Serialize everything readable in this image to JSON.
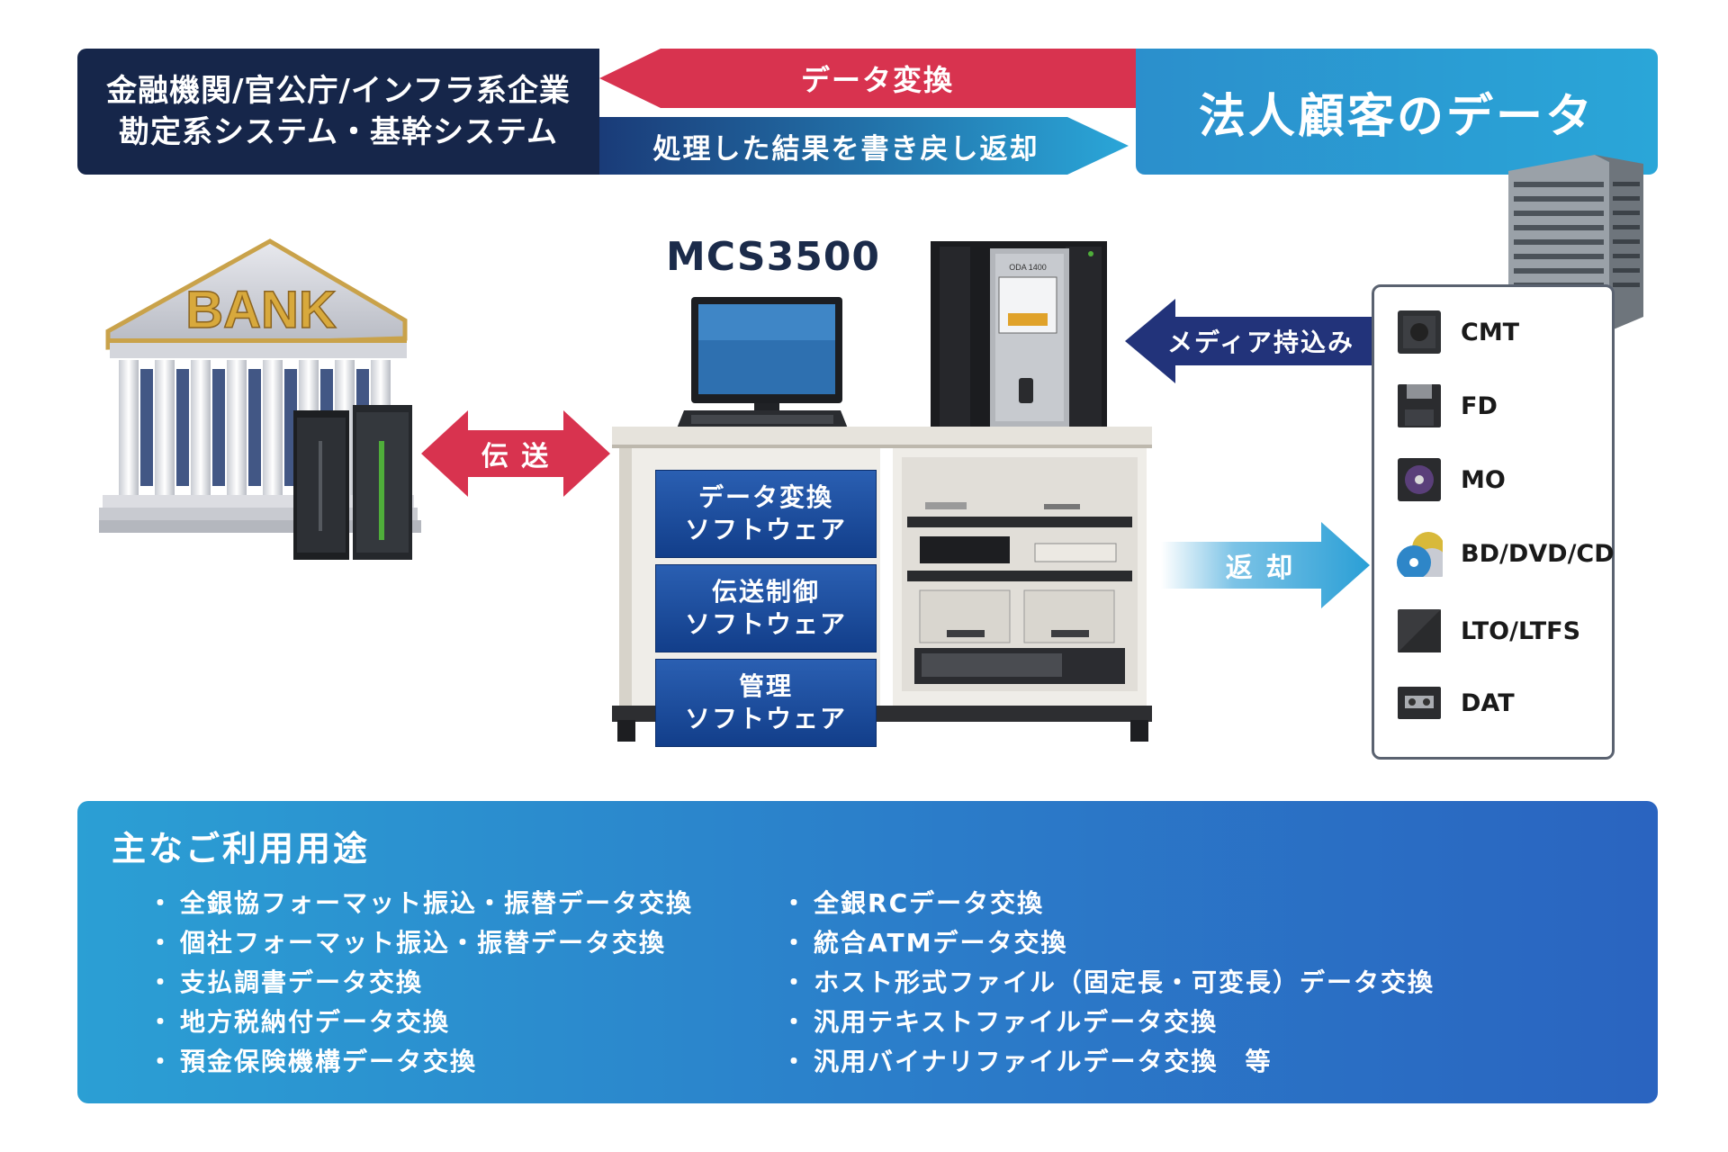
{
  "top": {
    "org_line1": "金融機関/官公庁/インフラ系企業",
    "org_line2": "勘定系システム・基幹システム",
    "arrow_convert": "データ変換",
    "arrow_return": "処理した結果を書き戻し返却",
    "customer_data": "法人顧客のデータ"
  },
  "left": {
    "bank_sign": "BANK",
    "transfer_label": "伝 送"
  },
  "product": {
    "title": "MCS3500",
    "device_badge": "ODA 1400",
    "software": [
      {
        "line1": "データ変換",
        "line2": "ソフトウェア"
      },
      {
        "line1": "伝送制御",
        "line2": "ソフトウェア"
      },
      {
        "line1": "管理",
        "line2": "ソフトウェア"
      }
    ]
  },
  "right": {
    "media_in_label": "メディア持込み",
    "return_label": "返 却",
    "media": [
      {
        "label": "CMT",
        "icon": "cmt-cartridge-icon"
      },
      {
        "label": "FD",
        "icon": "floppy-disk-icon"
      },
      {
        "label": "MO",
        "icon": "mo-disk-icon"
      },
      {
        "label": "BD/DVD/CD",
        "icon": "optical-discs-icon"
      },
      {
        "label": "LTO/LTFS",
        "icon": "lto-cartridge-icon"
      },
      {
        "label": "DAT",
        "icon": "dat-tape-icon"
      }
    ]
  },
  "usage": {
    "title": "主なご利用用途",
    "bullet": "・",
    "left_items": [
      "全銀協フォーマット振込・振替データ交換",
      "個社フォーマット振込・振替データ交換",
      "支払調書データ交換",
      "地方税納付データ交換",
      "預金保険機構データ交換"
    ],
    "right_items": [
      "全銀RCデータ交換",
      "統合ATMデータ交換",
      "ホスト形式ファイル（固定長・可変長）データ交換",
      "汎用テキストファイルデータ交換",
      "汎用バイナリファイルデータ交換　等"
    ]
  },
  "colors": {
    "navy": "#16264a",
    "red_arrow": "#d8334f",
    "blue_band": "#2b8fcc",
    "software_blue": "#1a4a9c",
    "media_in_arrow": "#22337a"
  }
}
